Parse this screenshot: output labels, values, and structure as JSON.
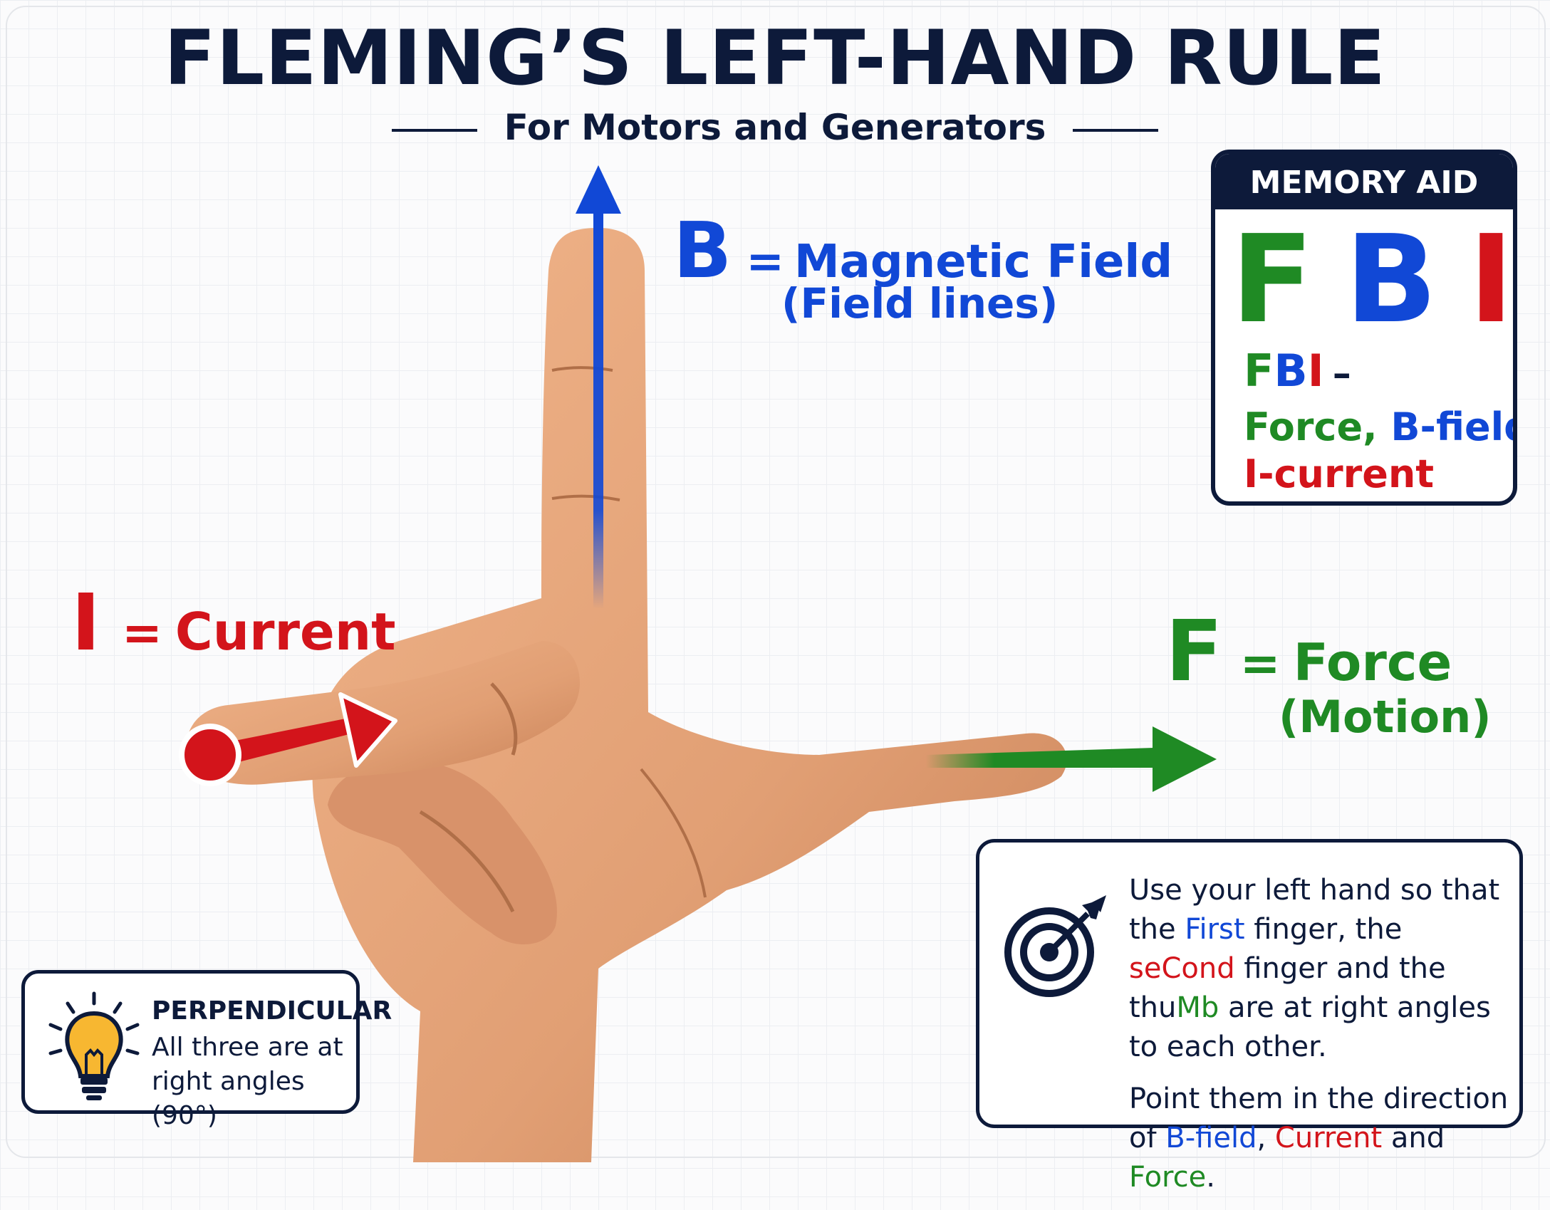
{
  "title": "FLEMING’S LEFT-HAND RULE",
  "subtitle": "For Motors and Generators",
  "labels": {
    "b_letter": "B",
    "b_eq": "=",
    "b_name": "Magnetic Field",
    "b_sub": "(Field lines)",
    "i_letter": "I",
    "i_eq": "=",
    "i_name": "Current",
    "f_letter": "F",
    "f_eq": "=",
    "f_name": "Force",
    "f_sub": "(Motion)"
  },
  "memory_aid": {
    "heading": "MEMORY AID",
    "letters": [
      "F",
      "B",
      "I"
    ],
    "line1_letters": [
      "F",
      "B",
      "I"
    ],
    "line1_dash": "–",
    "force": "Force,",
    "bfield": "B-field,",
    "icurrent": "I-current"
  },
  "instructions": {
    "p1": [
      "Use your left hand so that the ",
      "First",
      " finger, the ",
      "seCond",
      " finger and the thu",
      "Mb",
      " are at right angles to each other."
    ],
    "p2": [
      "Point them in the direction of ",
      "B-field",
      ", ",
      "Current",
      " and ",
      "Force",
      "."
    ]
  },
  "perpendicular": {
    "title": "PERPENDICULAR",
    "text": "All three are at right angles (90°)"
  },
  "colors": {
    "navy": "#0d1a3a",
    "blue": "#1148d6",
    "red": "#d3141b",
    "green": "#1f8a24",
    "skin": "#e8a67c"
  },
  "icons": [
    "target-arrow-icon",
    "lightbulb-icon"
  ]
}
